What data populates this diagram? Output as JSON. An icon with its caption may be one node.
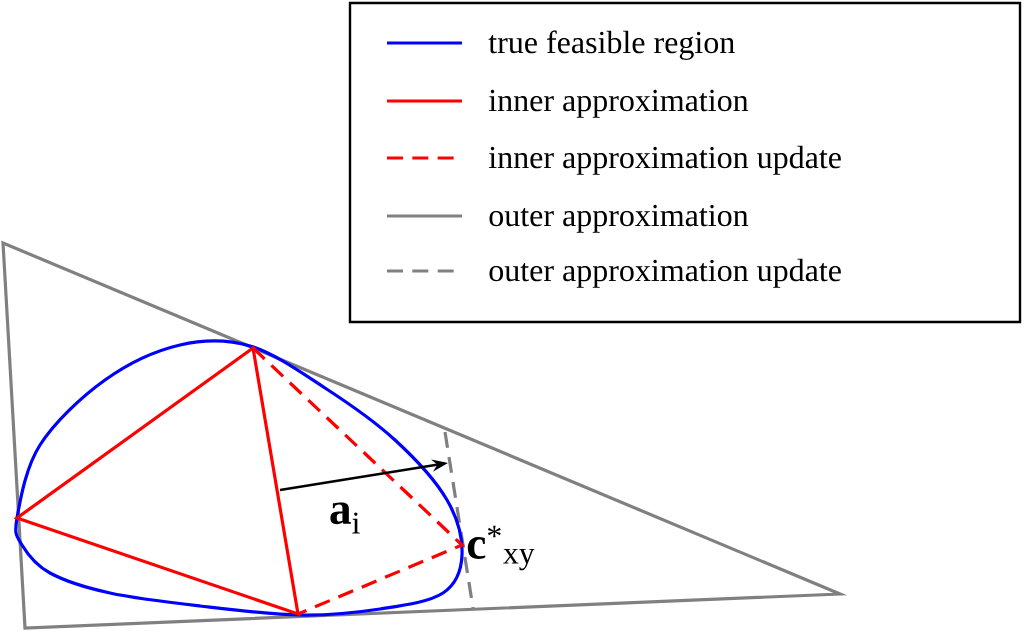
{
  "diagram": {
    "labels": [
      "**a**$_{i}$",
      "**c**$^{*}$$_{xy}$"
    ],
    "legend": [
      {
        "text": "true feasible region"
      },
      {
        "text": "inner approximation"
      },
      {
        "text": "inner approximation update"
      },
      {
        "text": "outer approximation"
      },
      {
        "text": "outer approximation update"
      }
    ]
  }
}
